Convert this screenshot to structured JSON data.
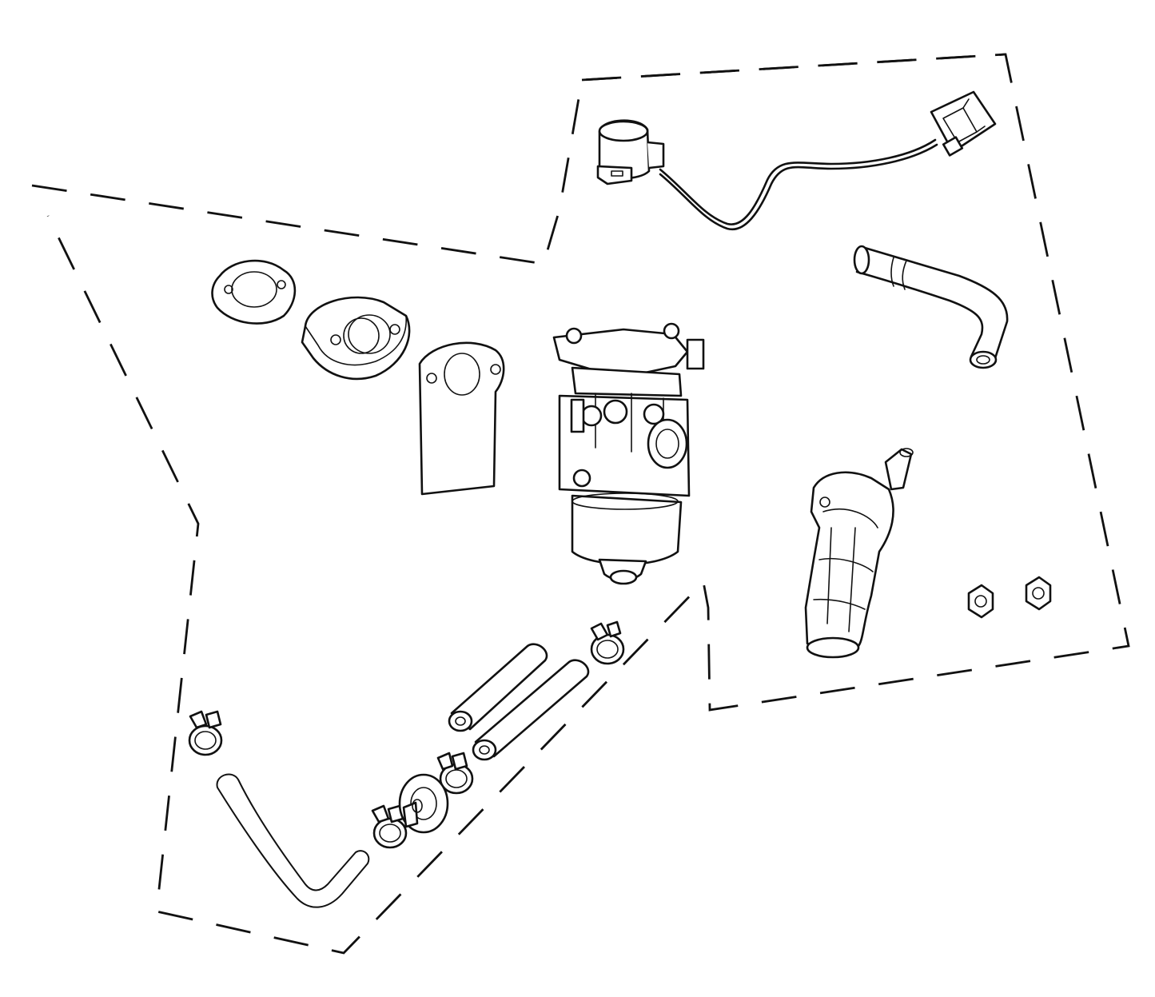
{
  "diagram": {
    "kind": "exploded-parts-view",
    "line_color": "#111111",
    "background": "#ffffff",
    "groups": [
      {
        "id": "carburetor-assembly-group",
        "parts": [
          "mounting-gasket",
          "insulator-spacer",
          "heat-shield-plate",
          "carburetor",
          "fuel-hose-short-a",
          "fuel-hose-short-b",
          "hose-clamp",
          "fuel-filter",
          "fuel-line-elbow"
        ]
      },
      {
        "id": "intake-and-solenoid-group",
        "parts": [
          "fuel-shutoff-solenoid",
          "wire-harness-connector",
          "breather-tube",
          "intake-manifold",
          "flange-nut"
        ]
      }
    ],
    "callouts": []
  }
}
